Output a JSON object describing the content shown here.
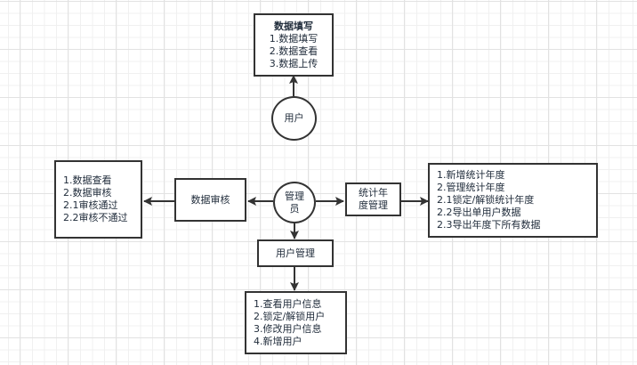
{
  "nodes": {
    "data_entry": {
      "title": "数据填写",
      "items": [
        "1.数据填写",
        "2.数据查看",
        "3.数据上传"
      ]
    },
    "user": {
      "label": "用户"
    },
    "admin": {
      "label_line1": "管理",
      "label_line2": "员"
    },
    "data_review": {
      "label": "数据审核"
    },
    "data_review_details": {
      "items": [
        "1.数据查看",
        "2.数据审核",
        "2.1审核通过",
        "2.2审核不通过"
      ]
    },
    "year_mgmt": {
      "label_line1": "统计年",
      "label_line2": "度管理"
    },
    "year_mgmt_details": {
      "items": [
        "1.新增统计年度",
        "2.管理统计年度",
        "2.1锁定/解锁统计年度",
        "2.2导出单用户数据",
        "2.3导出年度下所有数据"
      ]
    },
    "user_mgmt": {
      "label": "用户管理"
    },
    "user_mgmt_details": {
      "items": [
        "1.查看用户信息",
        "2.锁定/解锁用户",
        "3.修改用户信息",
        "4.新增用户"
      ]
    }
  },
  "colors": {
    "stroke": "#333333",
    "text": "#1f2b3a",
    "grid_major": "#e2e2e2",
    "grid_minor": "#f0f0f0"
  }
}
